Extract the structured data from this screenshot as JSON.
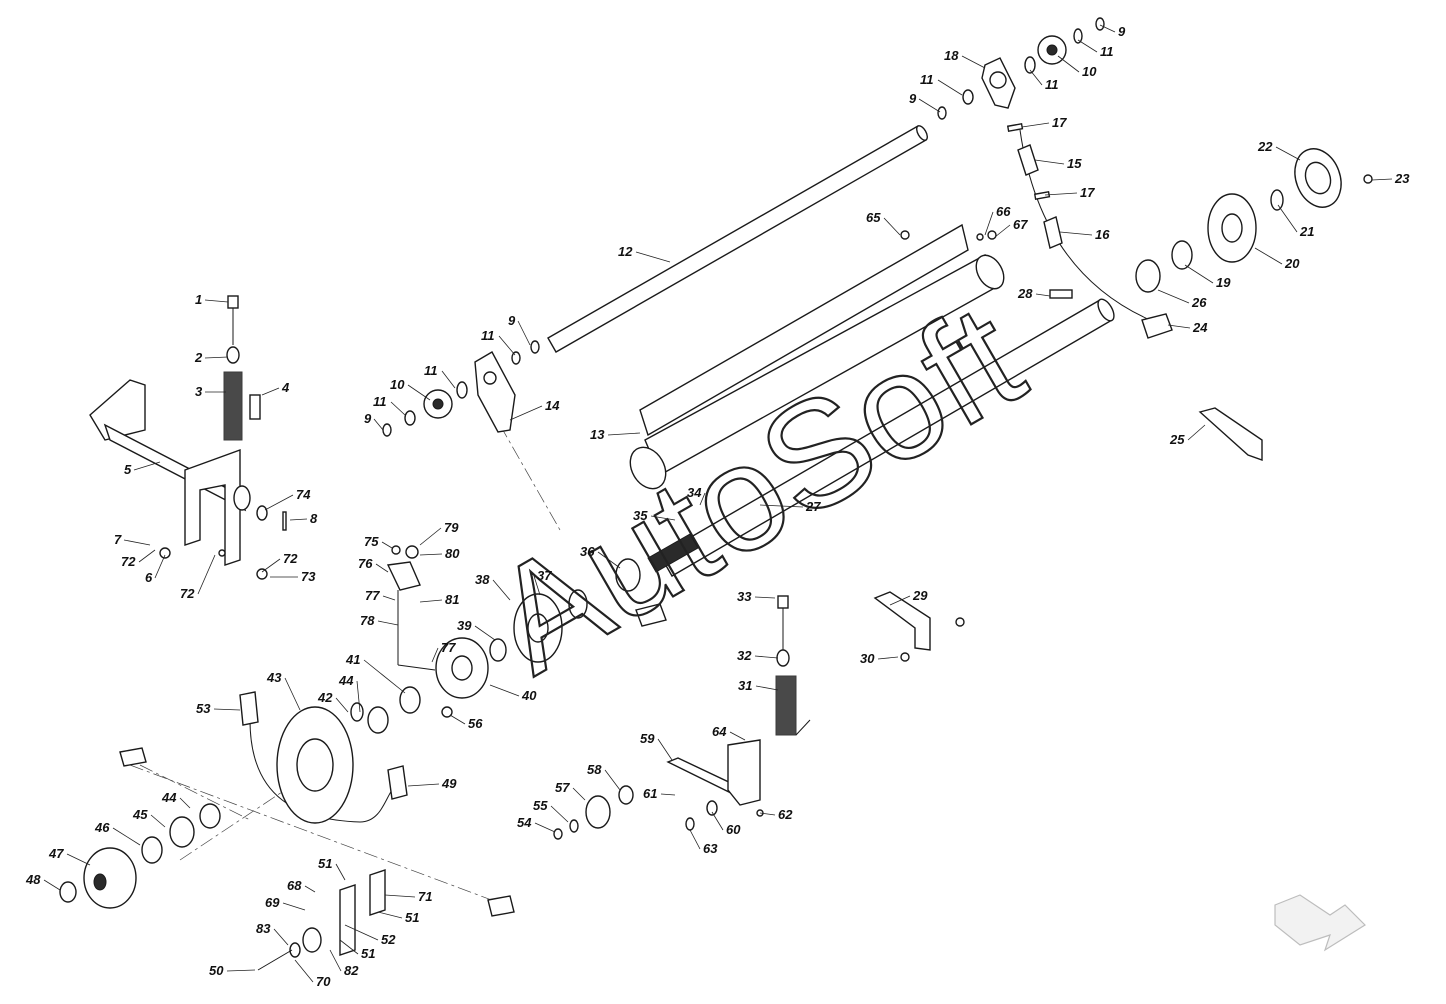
{
  "watermark": "AutoSoft",
  "callouts": [
    "1",
    "2",
    "3",
    "4",
    "5",
    "6",
    "7",
    "8",
    "9",
    "10",
    "11",
    "12",
    "13",
    "14",
    "15",
    "16",
    "17",
    "18",
    "19",
    "20",
    "21",
    "22",
    "23",
    "24",
    "25",
    "26",
    "27",
    "28",
    "29",
    "30",
    "31",
    "32",
    "33",
    "34",
    "35",
    "36",
    "37",
    "38",
    "39",
    "40",
    "41",
    "42",
    "43",
    "44",
    "45",
    "46",
    "47",
    "48",
    "49",
    "50",
    "51",
    "52",
    "53",
    "54",
    "55",
    "56",
    "57",
    "58",
    "59",
    "60",
    "61",
    "62",
    "63",
    "64",
    "65",
    "66",
    "67",
    "68",
    "69",
    "70",
    "71",
    "72",
    "73",
    "74",
    "75",
    "76",
    "77",
    "78",
    "79",
    "80",
    "81",
    "82",
    "83"
  ],
  "nav_icon": "next-arrow-icon"
}
